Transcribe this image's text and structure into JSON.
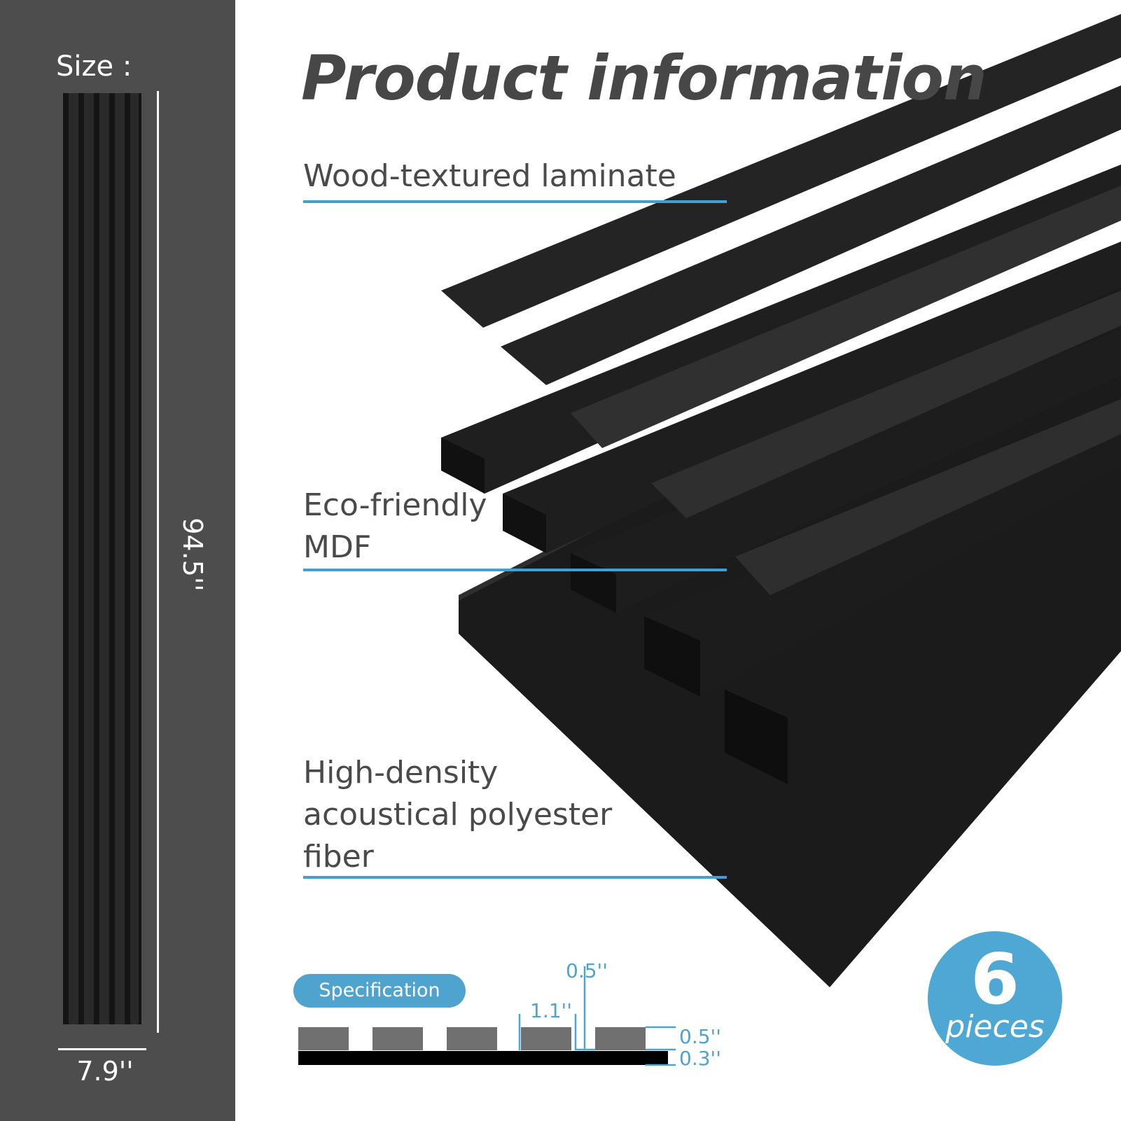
{
  "size": {
    "label": "Size :",
    "height": "94.5''",
    "width": "7.9''"
  },
  "title": "Product information",
  "layers": [
    {
      "label_lines": [
        "Wood-textured laminate"
      ]
    },
    {
      "label_lines": [
        "Eco-friendly",
        "MDF"
      ]
    },
    {
      "label_lines": [
        "High-density",
        "acoustical polyester",
        "fiber"
      ]
    }
  ],
  "specification": {
    "badge": "Specification",
    "dims": {
      "gap": "1.1''",
      "slat_top": "0.5''",
      "slat_height": "0.5''",
      "base_height": "0.3''"
    }
  },
  "pieces": {
    "count": "6",
    "word": "pieces"
  },
  "colors": {
    "accent": "#3fa0d4",
    "panel_bg": "#4d4d4d",
    "badge": "#4fa8d4"
  }
}
